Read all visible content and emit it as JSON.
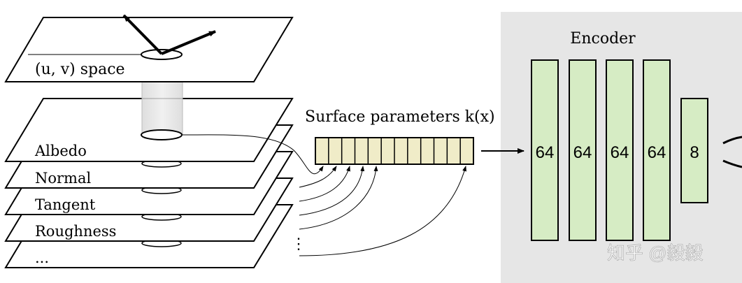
{
  "uv_space_label": "(u, v) space",
  "surface_params": {
    "label": "Surface parameters k(x)",
    "cells": 12
  },
  "layers": [
    {
      "label": "Albedo"
    },
    {
      "label": "Normal"
    },
    {
      "label": "Tangent"
    },
    {
      "label": "Roughness"
    },
    {
      "label": "..."
    }
  ],
  "vertical_dots": "⋮",
  "encoder": {
    "title": "Encoder",
    "layers": [
      {
        "width": "64"
      },
      {
        "width": "64"
      },
      {
        "width": "64"
      },
      {
        "width": "64"
      },
      {
        "width": "8"
      }
    ]
  },
  "watermark": "知乎 @毅毅",
  "colors": {
    "encoder_bg": "#e6e6e6",
    "layer_fill": "#d6ecc4",
    "cell_fill": "#f0ecc8",
    "stroke": "#000000"
  }
}
